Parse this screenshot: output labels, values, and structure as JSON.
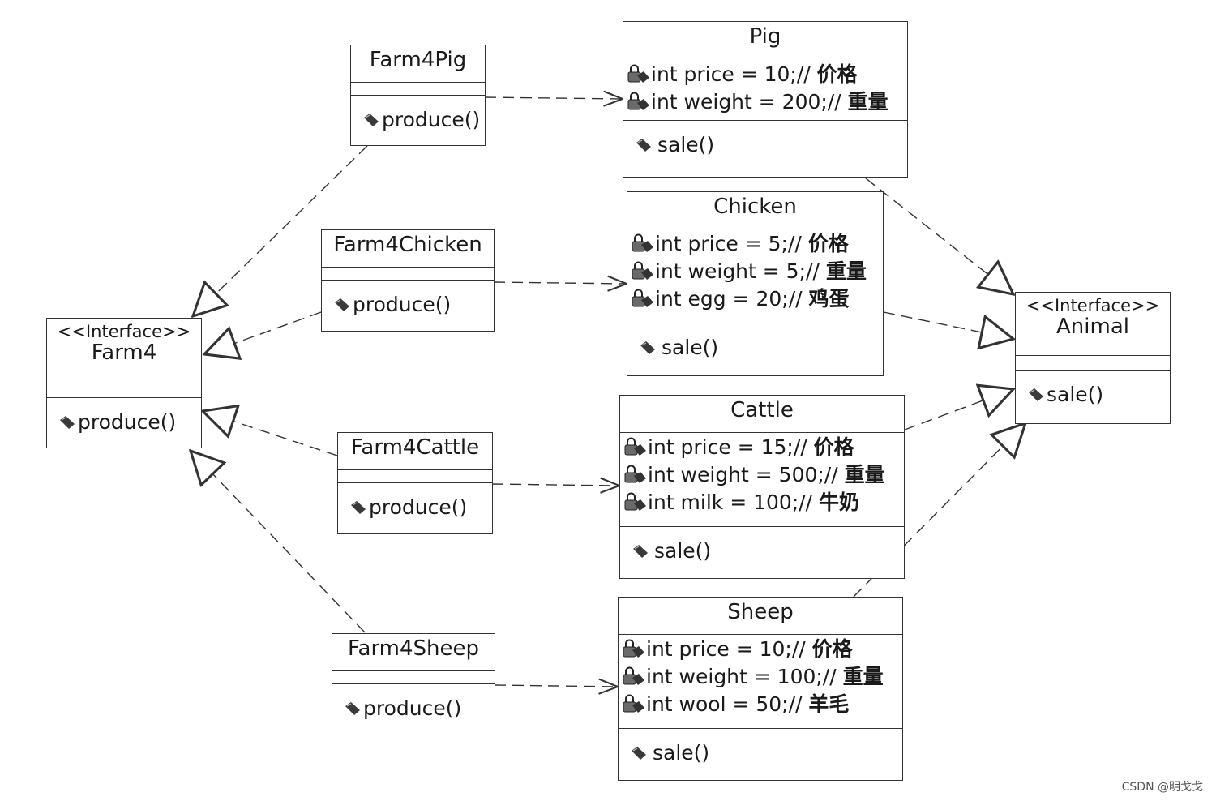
{
  "interfaces": {
    "farm4": {
      "stereotype": "<<Interface>>",
      "name": "Farm4",
      "operation": "produce()"
    },
    "animal": {
      "stereotype": "<<Interface>>",
      "name": "Animal",
      "operation": "sale()"
    }
  },
  "farms": {
    "pig": {
      "name": "Farm4Pig",
      "operation": "produce()"
    },
    "chicken": {
      "name": "Farm4Chicken",
      "operation": "produce()"
    },
    "cattle": {
      "name": "Farm4Cattle",
      "operation": "produce()"
    },
    "sheep": {
      "name": "Farm4Sheep",
      "operation": "produce()"
    }
  },
  "animals": {
    "pig": {
      "name": "Pig",
      "attributes": [
        {
          "code": "int price = 10;//",
          "label": "价格"
        },
        {
          "code": "int weight = 200;//",
          "label": "重量"
        }
      ],
      "operation": "sale()"
    },
    "chicken": {
      "name": "Chicken",
      "attributes": [
        {
          "code": "int price = 5;//",
          "label": "价格"
        },
        {
          "code": "int weight = 5;//",
          "label": "重量"
        },
        {
          "code": "int egg = 20;//",
          "label": "鸡蛋"
        }
      ],
      "operation": "sale()"
    },
    "cattle": {
      "name": "Cattle",
      "attributes": [
        {
          "code": "int price = 15;//",
          "label": "价格"
        },
        {
          "code": "int weight = 500;//",
          "label": "重量"
        },
        {
          "code": "int milk = 100;//",
          "label": "牛奶"
        }
      ],
      "operation": "sale()"
    },
    "sheep": {
      "name": "Sheep",
      "attributes": [
        {
          "code": "int price = 10;//",
          "label": "价格"
        },
        {
          "code": "int weight = 100;//",
          "label": "重量"
        },
        {
          "code": "int wool = 50;//",
          "label": "羊毛"
        }
      ],
      "operation": "sale()"
    }
  },
  "icons": {
    "attribute": "lock-field-icon",
    "operation": "method-icon"
  },
  "line_color": "#333333",
  "watermark": "CSDN @明戈戈"
}
